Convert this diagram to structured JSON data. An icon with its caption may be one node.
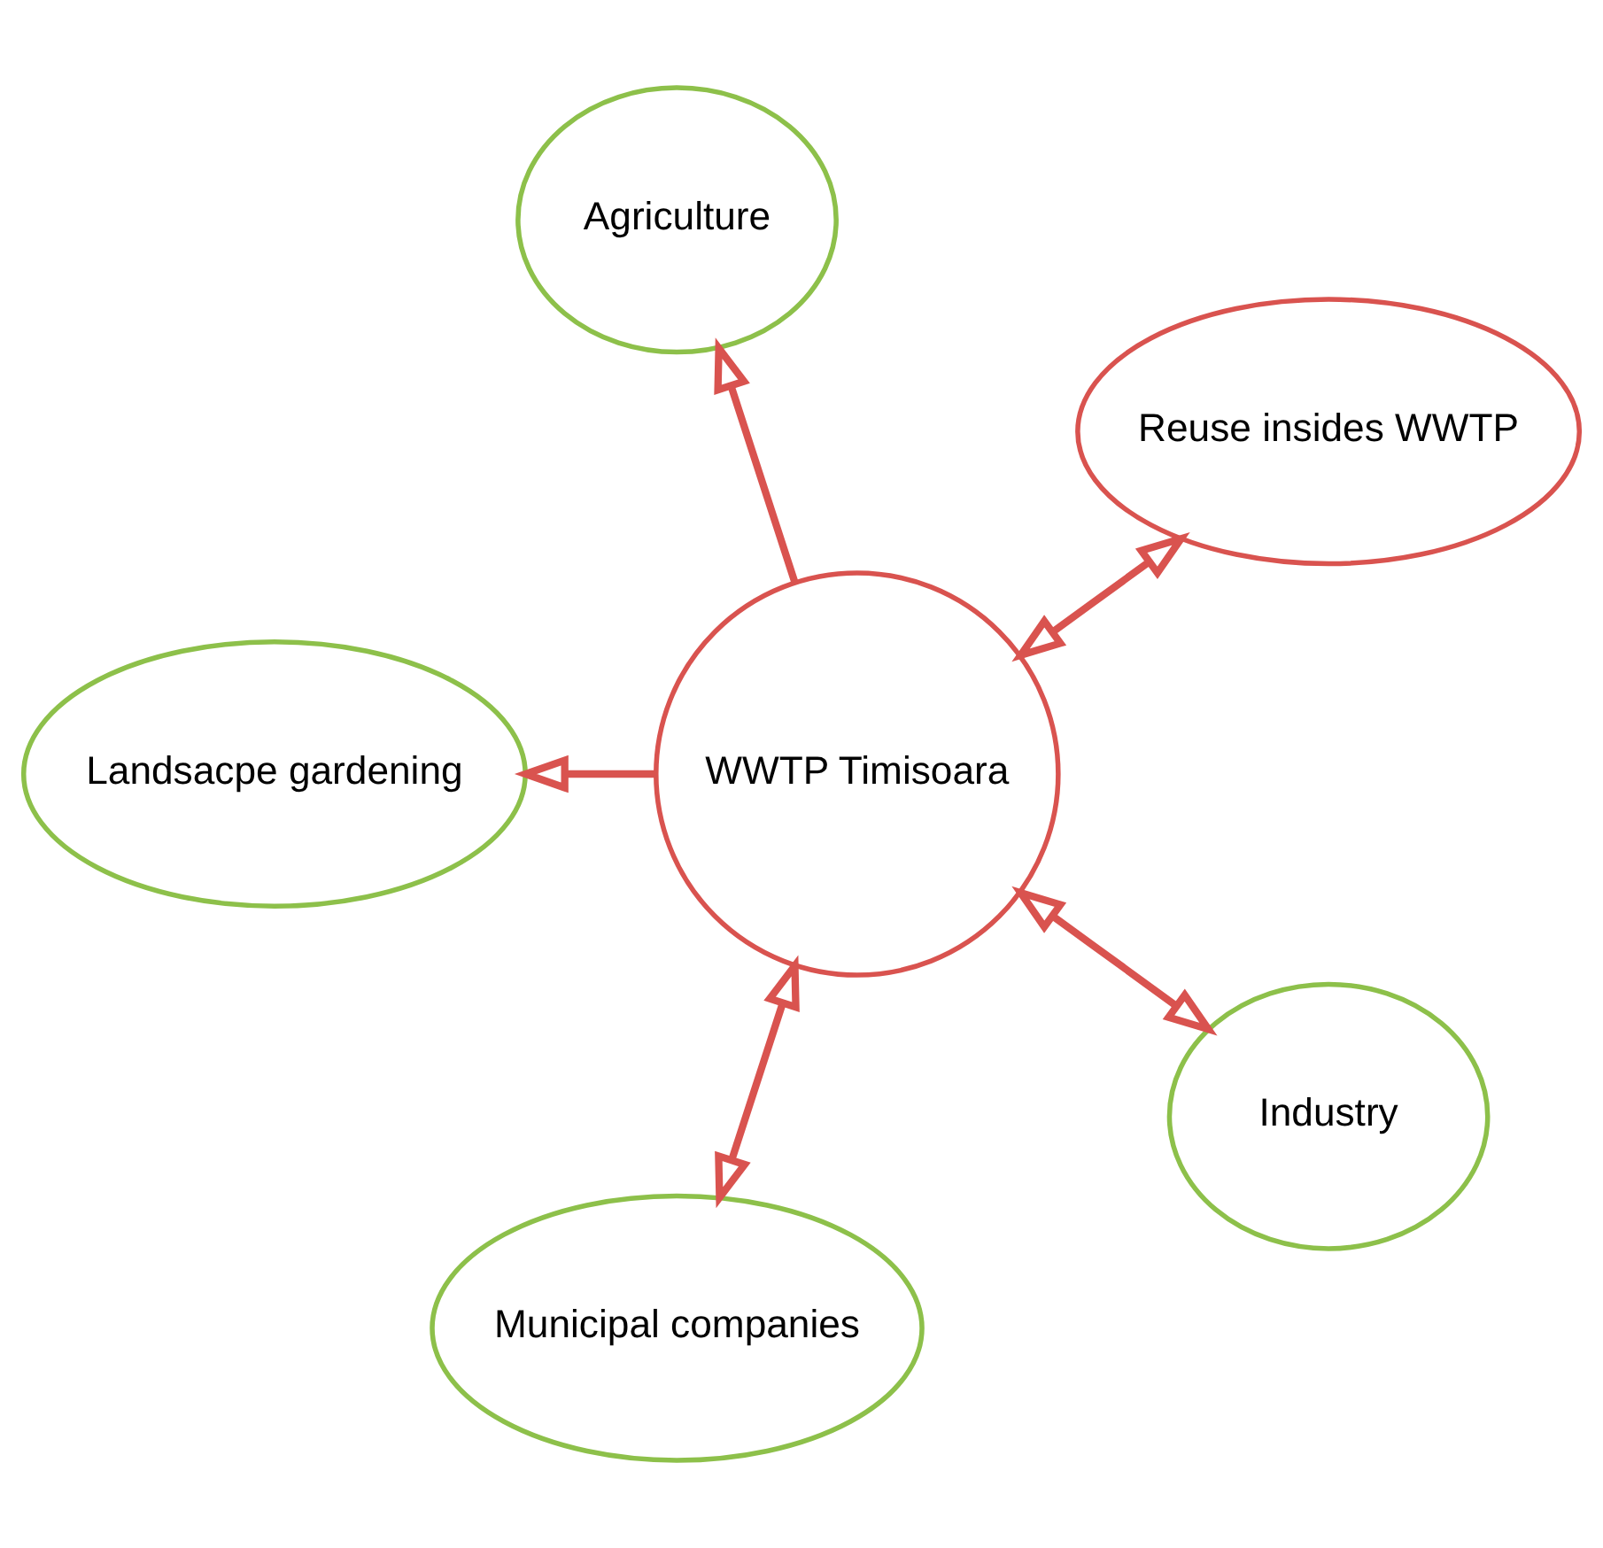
{
  "diagram": {
    "nodes": [
      {
        "text": [
          "WWTP Timisoara"
        ]
      },
      {
        "text": [
          "Municipal companies"
        ]
      },
      {
        "text": [
          "Reuse insides WWTP"
        ]
      },
      {
        "text": [
          "Industry"
        ]
      },
      {
        "text": [
          "Agriculture"
        ]
      },
      {
        "text": [
          "Landsacpe gardening"
        ]
      }
    ],
    "edges": [
      {
        "from": 1,
        "to": 0,
        "arrow": "both"
      },
      {
        "from": 0,
        "to": 2,
        "arrow": "both"
      },
      {
        "from": 3,
        "to": 0,
        "arrow": "both"
      },
      {
        "from": 0,
        "to": 4,
        "arrow": "to"
      },
      {
        "from": 0,
        "to": 5,
        "arrow": "to"
      }
    ]
  }
}
